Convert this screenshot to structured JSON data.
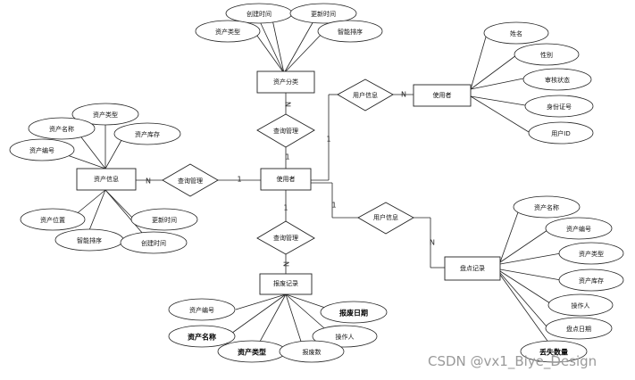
{
  "entities": {
    "asset_category": "资产分类",
    "user": "使用者",
    "asset_info": "资产信息",
    "scrap_record": "报废记录",
    "stocktake_record": "盘点记录",
    "operator_user": "使用者"
  },
  "relationships": {
    "query_top": "查询管理",
    "query_left": "查询管理",
    "query_bottom": "查询管理",
    "userinfo_upper": "用户信息",
    "userinfo_lower": "用户信息"
  },
  "attributes": {
    "category": [
      "创建时间",
      "更新时间",
      "资产类型",
      "智能排序"
    ],
    "operator": [
      "姓名",
      "性别",
      "审核状态",
      "身份证号",
      "用户ID"
    ],
    "asset": [
      "资产类型",
      "资产名称",
      "资产库存",
      "资产编号",
      "资产位置",
      "更新时间",
      "智能排序",
      "创建时间"
    ],
    "scrap": [
      "资产编号",
      "报废日期",
      "资产名称",
      "操作人",
      "资产类型",
      "报废数"
    ],
    "stocktake": [
      "资产名称",
      "资产编号",
      "资产类型",
      "资产库存",
      "操作人",
      "盘点日期",
      "丢失数量"
    ]
  },
  "cardinality": {
    "n": "N",
    "one": "1"
  },
  "watermark": "CSDN @vx1_Biye_Design"
}
